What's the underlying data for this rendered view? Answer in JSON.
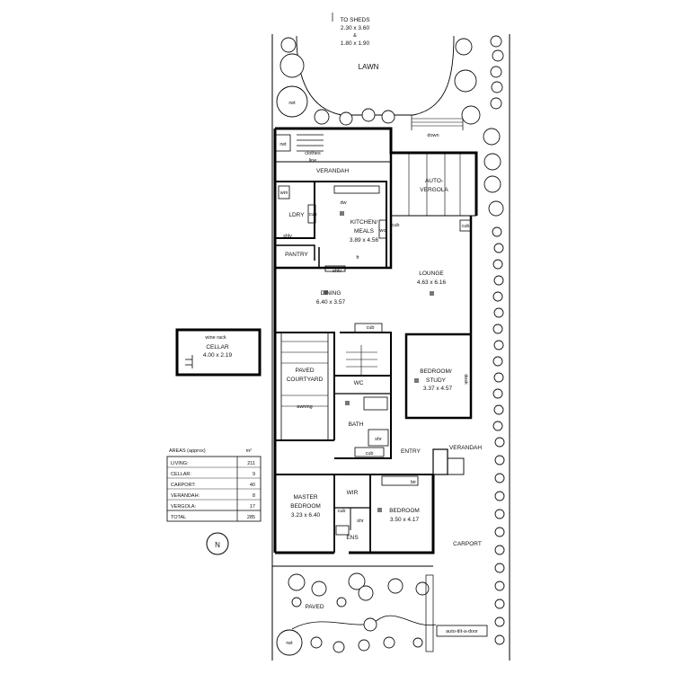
{
  "top": {
    "to_sheds": "TO SHEDS",
    "shed_dim1": "2.30 x 3.60",
    "shed_amp": "&",
    "shed_dim2": "1.80 x 1.90",
    "lawn": "LAWN",
    "rwt": "rwt",
    "down": "down"
  },
  "rooms": {
    "rwt": "rwt",
    "clothes_line_1": "clothes",
    "clothes_line_2": "line",
    "verandah_rear": "VERANDAH",
    "auto_vergola_1": "AUTO-",
    "auto_vergola_2": "VERGOLA",
    "wm": "wm",
    "ldry": "LDRY",
    "cub": "cub",
    "dw": "dw",
    "kitchen_1": "KITCHEN/",
    "kitchen_2": "MEALS",
    "kitchen_dim": "3.89 x 4.56",
    "wo": "wo",
    "shlv": "shlv",
    "pantry": "PANTRY",
    "fr": "fr",
    "lounge": "LOUNGE",
    "lounge_dim": "4.63 x 6.16",
    "dining": "DINING",
    "dining_dim": "6.40 x 3.57",
    "paved_courtyard_1": "PAVED",
    "paved_courtyard_2": "COURTYARD",
    "awning": "awning",
    "wc": "WC",
    "bath": "BATH",
    "shr": "shr",
    "bedroom_study_1": "BEDROOM/",
    "bedroom_study_2": "STUDY",
    "bedroom_study_dim": "3.37 x 4.57",
    "desk": "desk",
    "entry": "ENTRY",
    "verandah_front": "VERANDAH",
    "master_1": "MASTER",
    "master_2": "BEDROOM",
    "master_dim": "3.23 x 6.40",
    "wir": "WIR",
    "ens": "ENS",
    "bir": "bir",
    "bedroom": "BEDROOM",
    "bedroom_dim": "3.50 x 4.17",
    "carport": "CARPORT",
    "paved": "PAVED",
    "rwt_front": "rwt",
    "auto_door": "auto-tilt-a-door"
  },
  "cellar": {
    "wine_rack": "wine rack",
    "label": "CELLAR",
    "dim": "4.00 x 2.19"
  },
  "areas": {
    "title": "AREAS (approx)",
    "unit": "m²",
    "rows": [
      {
        "label": "LIVING:",
        "value": "211"
      },
      {
        "label": "CELLAR:",
        "value": "9"
      },
      {
        "label": "CARPORT:",
        "value": "40"
      },
      {
        "label": "VERANDAH:",
        "value": "8"
      },
      {
        "label": "VERGOLA:",
        "value": "17"
      }
    ],
    "total_label": "TOTAL",
    "total_value": "285"
  },
  "compass": "N"
}
